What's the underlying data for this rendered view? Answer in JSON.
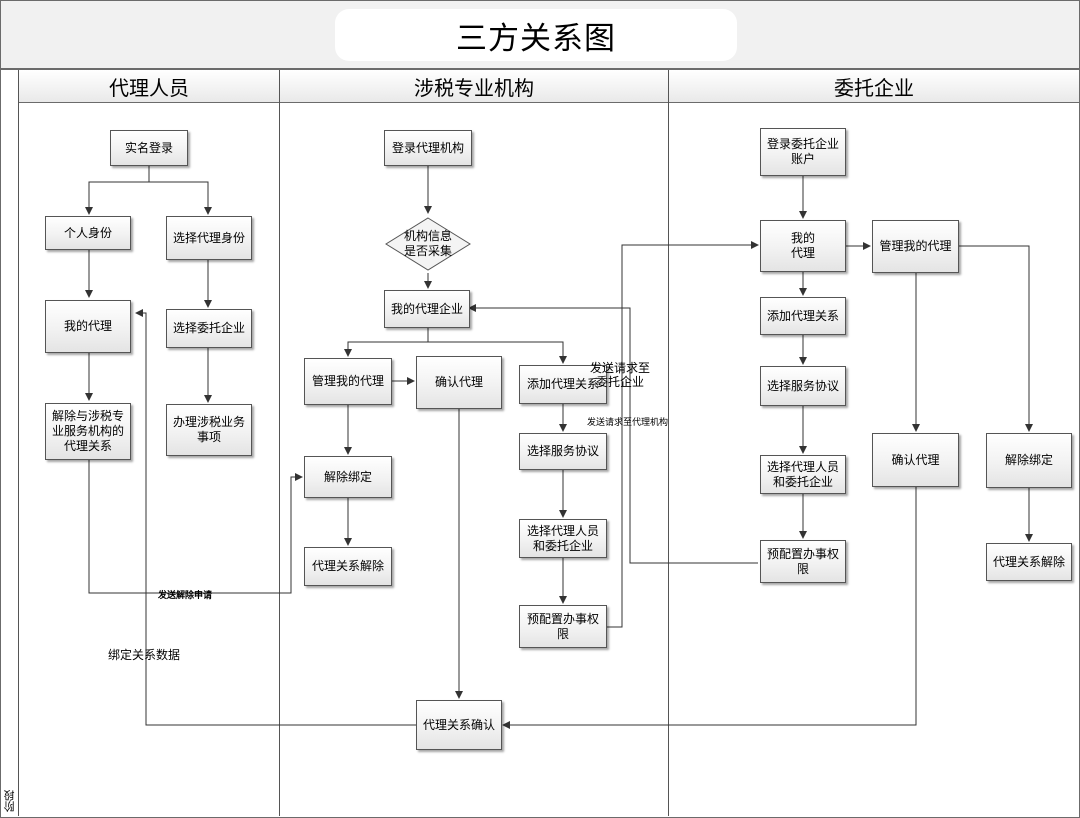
{
  "title": "三方关系图",
  "stage_label": "阶段",
  "lanes": [
    {
      "id": "agent",
      "label": "代理人员"
    },
    {
      "id": "institution",
      "label": "涉税专业机构"
    },
    {
      "id": "enterprise",
      "label": "委托企业"
    }
  ],
  "nodes": {
    "agent_realname_login": "实名登录",
    "agent_personal_identity": "个人身份",
    "agent_select_agent_identity": "选择代理身份",
    "agent_my_agency": "我的代理",
    "agent_select_enterprise": "选择委托企业",
    "agent_release_relation": "解除与涉税专\n业服务机构的\n代理关系",
    "agent_handle_tax_business": "办理涉税业务\n事项",
    "inst_login_agency": "登录代理机构",
    "inst_info_collected": "机构信息\n是否采集",
    "inst_my_agent_enterprise": "我的代理企业",
    "inst_manage_my_agency": "管理我的代理",
    "inst_confirm_agency": "确认代理",
    "inst_add_agency_relation": "添加代理关系",
    "inst_unbind": "解除绑定",
    "inst_select_service_agreement": "选择服务协议",
    "inst_agency_relation_released": "代理关系解除",
    "inst_select_agent_and_enterprise": "选择代理人员\n和委托企业",
    "inst_preconfigure_permissions": "预配置办事权\n限",
    "inst_agency_relation_confirm": "代理关系确认",
    "ent_login_account": "登录委托企业\n账户",
    "ent_my_agency": "我的\n代理",
    "ent_manage_my_agency": "管理我的代理",
    "ent_add_agency_relation": "添加代理关系",
    "ent_select_service_agreement": "选择服务协议",
    "ent_select_agent_and_enterprise": "选择代理人员\n和委托企业",
    "ent_preconfigure_permissions": "预配置办事权\n限",
    "ent_confirm_agency": "确认代理",
    "ent_unbind": "解除绑定",
    "ent_agency_relation_released": "代理关系解除"
  },
  "edge_labels": {
    "send_request_to_enterprise": "发送请求至\n委托企业",
    "send_request_to_institution": "发送请求至代理机构",
    "send_release_request": "发送解除申请",
    "binding_relation_data": "绑定关系数据"
  }
}
